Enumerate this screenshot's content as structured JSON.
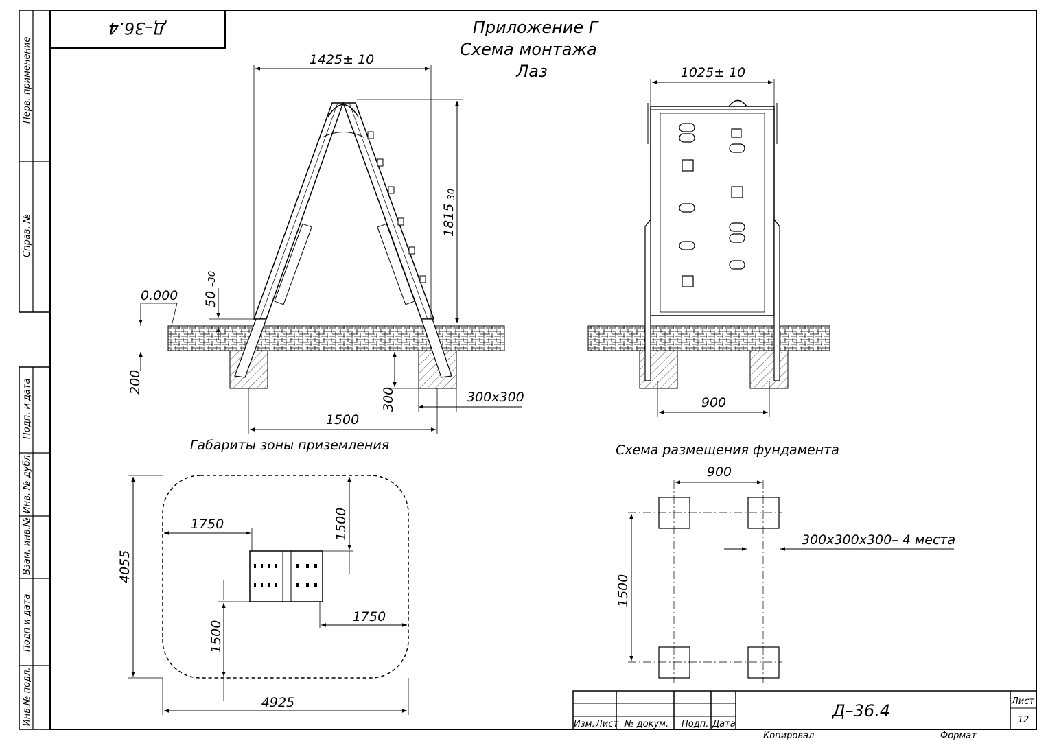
{
  "title": {
    "line1": "Приложение Г",
    "line2": "Схема монтажа",
    "line3": "Лаз"
  },
  "stamp_code": "Д–36.4",
  "side_strip": {
    "perv_primenenie": "Перв. применение",
    "sprav_no": "Справ. №",
    "podp_i_data_1": "Подп. и дата",
    "inv_no_dubl": "Инв. № дубл.",
    "vzam_inv_no": "Взам. инв.№",
    "podp_i_data_2": "Подп и дата",
    "inv_no_podl": "Инв.№ подл."
  },
  "side_view": {
    "width_dim": "1425± 10",
    "height_dim": "1815",
    "height_tol": "–30",
    "depth_dim": "50",
    "depth_tol": "–30",
    "level": "0.000",
    "slab_thickness": "200",
    "foot_depth": "300",
    "foot_size": "300х300",
    "foot_spacing": "1500"
  },
  "front_view": {
    "width_dim": "1025± 10",
    "foot_spacing": "900"
  },
  "landing_zone": {
    "caption": "Габариты зоны приземления",
    "left_offset": "1750",
    "top_offset": "1500",
    "right_offset": "1750",
    "bottom_offset": "1500",
    "total_height": "4055",
    "total_width": "4925"
  },
  "foundation": {
    "caption": "Схема размещения фундамента",
    "width_dim": "900",
    "height_dim": "1500",
    "note": "300х300х300– 4 места"
  },
  "title_block": {
    "izm": "Изм.",
    "list": "Лист",
    "no_dokum": "№ докум.",
    "podp": "Подп.",
    "data": "Дата",
    "code": "Д–36.4",
    "list_label": "Лист",
    "sheet_no": "12",
    "kopiroval": "Копировал",
    "format": "Формат"
  }
}
